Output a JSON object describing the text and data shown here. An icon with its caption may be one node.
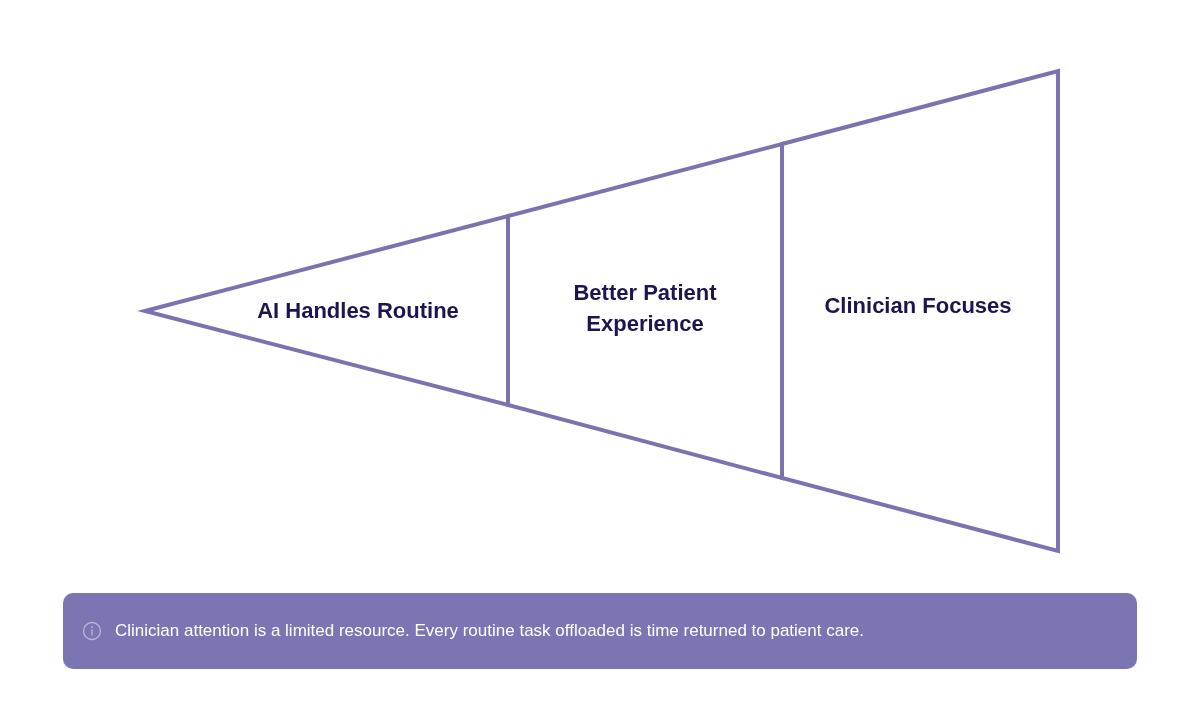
{
  "diagram": {
    "nodes": [
      {
        "text": [
          "AI Handles Routine"
        ]
      },
      {
        "text": [
          "Better Patient Experience"
        ]
      },
      {
        "text": [
          "Clinician Focuses"
        ]
      },
      {
        "text": [
          "Clinician attention is a limited resource. Every routine task offloaded is time returned to patient care."
        ]
      }
    ]
  }
}
